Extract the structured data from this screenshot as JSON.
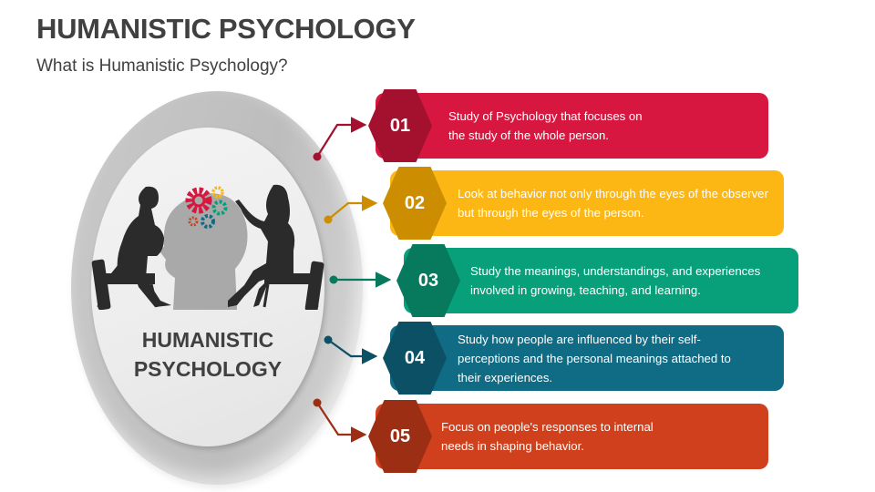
{
  "header": {
    "title": "HUMANISTIC PSYCHOLOGY",
    "subtitle": "What is Humanistic Psychology?"
  },
  "center": {
    "label_line1": "HUMANISTIC",
    "label_line2": "PSYCHOLOGY",
    "illustration": "therapy-session-silhouette-with-gears-icon"
  },
  "items": [
    {
      "number": "01",
      "text": "Study of Psychology that focuses on the study of the whole person.",
      "color": "#D7173F",
      "hex_color": "#A3112F"
    },
    {
      "number": "02",
      "text": "Look at behavior not only through the eyes of the observer but through the eyes of the person.",
      "color": "#FDB714",
      "hex_color": "#CC8E00"
    },
    {
      "number": "03",
      "text": "Study the meanings, understandings, and experiences involved in growing, teaching, and learning.",
      "color": "#08A07A",
      "hex_color": "#077A5D"
    },
    {
      "number": "04",
      "text": "Study how people are influenced by their self-perceptions and the personal meanings attached to their experiences.",
      "color": "#106B84",
      "hex_color": "#0B5064"
    },
    {
      "number": "05",
      "text": "Focus on people's responses to internal needs in shaping behavior.",
      "color": "#D0401C",
      "hex_color": "#9C2E14"
    }
  ]
}
